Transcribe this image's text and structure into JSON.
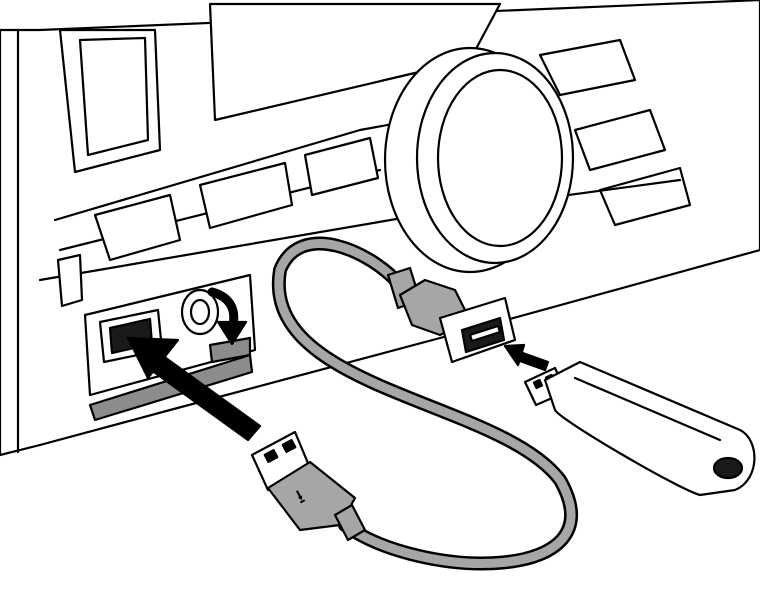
{
  "diagram": {
    "parts": [
      "car-stereo-faceplate",
      "volume-knob",
      "usb-port-cover",
      "aux-input-jack",
      "usb-extension-cable",
      "usb-a-plug",
      "usb-a-receptacle",
      "usb-flash-drive"
    ],
    "arrows": [
      "insert-plug-arrow",
      "insert-drive-arrow",
      "open-cover-rotation-arrow"
    ],
    "colors": {
      "outline": "#000000",
      "panel_fill": "#ffffff",
      "cable_gray": "#a6a6a6",
      "cover_gray": "#8c8c8c",
      "dark": "#1a1a1a"
    }
  }
}
